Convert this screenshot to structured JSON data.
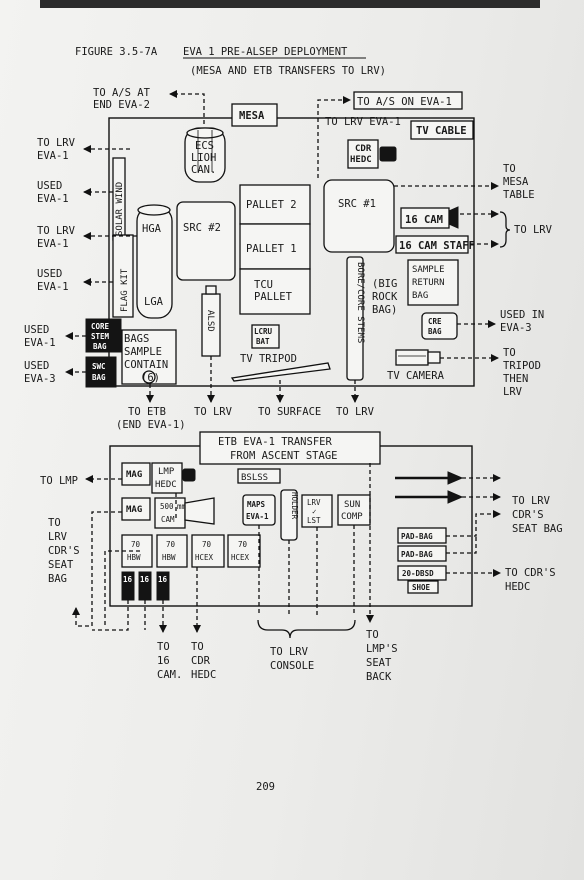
{
  "header": {
    "figure_number": "FIGURE 3.5-7A",
    "title": "EVA 1 PRE-ALSEP DEPLOYMENT",
    "subtitle": "(MESA AND ETB TRANSFERS TO LRV)"
  },
  "mesa_diagram": {
    "mesa": "MESA",
    "to_as_end_eva2_1": "TO A/S AT",
    "to_as_end_eva2_2": "END EVA-2",
    "to_as_on_eva1": "TO A/S ON EVA-1",
    "to_lrv_eva1_top": "TO LRV EVA-1",
    "tv_cable": "TV CABLE",
    "ecs_lioh_1": "ECS",
    "ecs_lioh_2": "LIOH",
    "ecs_lioh_3": "CAN.",
    "cdr_hedc_1": "CDR",
    "cdr_hedc_2": "HEDC",
    "solar_wind": "SOLAR WIND",
    "flag_kit": "FLAG KIT",
    "hga": "HGA",
    "lga": "LGA",
    "src2": "SRC #2",
    "pallet2": "PALLET 2",
    "pallet1": "PALLET 1",
    "tcu_1": "TCU",
    "tcu_2": "PALLET",
    "src1": "SRC #1",
    "cam16": "16 CAM",
    "cam16_staff": "16 CAM STAFF",
    "sample_return_1": "SAMPLE",
    "sample_return_2": "RETURN",
    "sample_return_3": "BAG",
    "big_rock_1": "(BIG",
    "big_rock_2": "ROCK",
    "big_rock_3": "BAG)",
    "cre_1": "CRE",
    "cre_2": "BAG",
    "bore_core": "BORE/CORE STEMS",
    "alsd": "ALSD",
    "lcru_1": "LCRU",
    "lcru_2": "BAT",
    "tv_tripod": "TV TRIPOD",
    "tv_camera": "TV CAMERA",
    "core_stem_1": "CORE",
    "core_stem_2": "STEM",
    "core_stem_3": "BAG",
    "swc_1": "SWC",
    "swc_2": "BAG",
    "bags_1": "BAGS",
    "bags_2": "SAMPLE",
    "bags_3": "CONTAIN",
    "bags_4": "(6)",
    "left_to_lrv_a1": "TO LRV",
    "left_to_lrv_a2": "EVA-1",
    "left_used_a1": "USED",
    "left_used_a2": "EVA-1",
    "left_to_lrv_b1": "TO LRV",
    "left_to_lrv_b2": "EVA-1",
    "left_used_b1": "USED",
    "left_used_b2": "EVA-1",
    "left_used_c1": "USED",
    "left_used_c2": "EVA-1",
    "left_used_d1": "USED",
    "left_used_d2": "EVA-3",
    "right_to_mesa_1": "TO",
    "right_to_mesa_2": "MESA",
    "right_to_mesa_3": "TABLE",
    "right_to_lrv": "TO LRV",
    "right_used_1": "USED IN",
    "right_used_2": "EVA-3",
    "right_tripod_1": "TO",
    "right_tripod_2": "TRIPOD",
    "right_tripod_3": "THEN",
    "right_tripod_4": "LRV",
    "bottom_etb_1": "TO ETB",
    "bottom_etb_2": "(END EVA-1)",
    "bottom_lrv_1": "TO LRV",
    "bottom_surface": "TO SURFACE",
    "bottom_lrv_2": "TO LRV"
  },
  "etb_diagram": {
    "title_1": "ETB EVA-1 TRANSFER",
    "title_2": "FROM ASCENT STAGE",
    "bslss": "BSLSS",
    "mag_1": "MAG",
    "lmp_hedc_1": "LMP",
    "lmp_hedc_2": "HEDC",
    "mag_2": "MAG",
    "cam500_1": "500",
    "cam500_2": "mm",
    "cam500_3": "CAM",
    "maps_1": "MAPS",
    "maps_2": "EVA-1",
    "holder": "HOLDER",
    "lrv_lst_1": "LRV",
    "lrv_lst_2": "✓",
    "lrv_lst_3": "LST",
    "sun_comp_1": "SUN",
    "sun_comp_2": "COMP",
    "hbw1_1": "70",
    "hbw1_2": "HBW",
    "hbw2_1": "70",
    "hbw2_2": "HBW",
    "hcex1_1": "70",
    "hcex1_2": "HCEX",
    "hcex2_1": "70",
    "hcex2_2": "HCEX",
    "m16_1": "16",
    "m16_2": "16",
    "m16_3": "16",
    "pad_bag_1": "PAD-BAG",
    "pad_bag_2": "PAD-BAG",
    "shoe_1": "20-DBSD",
    "shoe_2": "SHOE",
    "to_lmp": "TO LMP",
    "left_1": "TO",
    "left_2": "LRV",
    "left_3": "CDR'S",
    "left_4": "SEAT",
    "left_5": "BAG",
    "right_a_1": "TO LRV",
    "right_a_2": "CDR'S",
    "right_a_3": "SEAT BAG",
    "right_b": "TO CDR'S",
    "right_b_2": "HEDC",
    "bot_16_1": "TO",
    "bot_16_2": "16",
    "bot_16_3": "CAM.",
    "bot_cdr_1": "TO",
    "bot_cdr_2": "CDR",
    "bot_cdr_3": "HEDC",
    "bot_console_1": "TO LRV",
    "bot_console_2": "CONSOLE",
    "bot_lmp_1": "TO",
    "bot_lmp_2": "LMP'S",
    "bot_lmp_3": "SEAT",
    "bot_lmp_4": "BACK"
  },
  "page_number": "209"
}
